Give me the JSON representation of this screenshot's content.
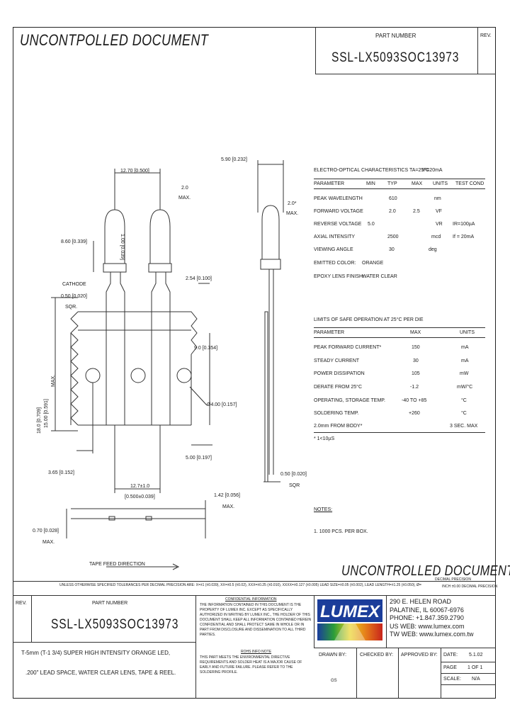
{
  "header": {
    "watermark_top": "UNCONTPOLLED DOCUMENT",
    "part_number_label": "PART NUMBER",
    "part_number": "SSL-LX5093SOC13973",
    "rev_label": "REV."
  },
  "drawing": {
    "dim_width": "5.90 [0.232]",
    "dim_pitch_top": "12.70 [0.500]",
    "dim_lead_gap_top": "2.0",
    "dim_lead_gap_top_max": "MAX.",
    "dim_side_gap": "2.0*",
    "dim_side_gap_max": "MAX.",
    "dim_body_height": "1.00 [0.039]",
    "dim_dome_height": "8.60 [0.339]",
    "cathode": "CATHODE",
    "dim_lead_sq": "0.50 [0.020]",
    "dim_lead_sq_label": "SQR.",
    "dim_lead_spacing": "2.54 [0.100]",
    "dim_tape_height_a": "18.0 [0.709]",
    "dim_tape_height_b": "15.00 [0.591]",
    "dim_tape_height_max": "MAX.",
    "dim_hole_row": "9.0 [0.354]",
    "dim_hole_dia": "Ø4.00 [0.157]",
    "dim_hole_offset": "5.00 [0.197]",
    "dim_left_offset": "3.65 [0.152]",
    "dim_pitch_bottom_a": "12.7±1.0",
    "dim_pitch_bottom_b": "[0.500±0.039]",
    "dim_tape_thick_a": "1.42 [0.056]",
    "dim_tape_thick_b": "MAX.",
    "dim_tape_total_a": "0.70 [0.028]",
    "dim_tape_total_b": "MAX.",
    "dim_side_lead_sq": "0.50 [0.020]",
    "dim_side_lead_sq_label": "SQR",
    "feed_direction": "TAPE FEED DIRECTION"
  },
  "eo_table": {
    "title": "ELECTRO-OPTICAL CHARACTERISTICS TA=25°C",
    "condition": "IF=20mA",
    "headers": [
      "PARAMETER",
      "MIN",
      "TYP",
      "MAX",
      "UNITS",
      "TEST COND"
    ],
    "rows": [
      [
        "PEAK WAVELENGTH",
        "",
        "610",
        "",
        "nm",
        ""
      ],
      [
        "FORWARD VOLTAGE",
        "",
        "2.0",
        "2.5",
        "VF",
        ""
      ],
      [
        "REVERSE VOLTAGE",
        "5.0",
        "",
        "",
        "VR",
        "IR=100µA"
      ],
      [
        "AXIAL INTENSITY",
        "",
        "2500",
        "",
        "mcd",
        "If = 20mA"
      ],
      [
        "VIEWING ANGLE",
        "",
        "30",
        "",
        "deg",
        ""
      ]
    ],
    "emitted_color_label": "EMITTED COLOR:",
    "emitted_color": "ORANGE",
    "lens_finish_label": "EPOXY LENS FINISH:",
    "lens_finish": "WATER CLEAR"
  },
  "limits_table": {
    "title": "LIMITS OF SAFE OPERATION AT 25°C PER DIE",
    "headers": [
      "PARAMETER",
      "MAX",
      "UNITS"
    ],
    "rows": [
      [
        "PEAK FORWARD CURRENT*",
        "150",
        "mA"
      ],
      [
        "STEADY CURRENT",
        "30",
        "mA"
      ],
      [
        "POWER DISSIPATION",
        "105",
        "mW"
      ],
      [
        "DERATE FROM 25°C",
        "-1.2",
        "mW/°C"
      ],
      [
        "OPERATING, STORAGE TEMP.",
        "-40 TO +85",
        "°C"
      ],
      [
        "SOLDERING TEMP.",
        "+260",
        "°C"
      ],
      [
        "2.0mm FROM BODY*",
        "",
        "3 SEC. MAX"
      ]
    ],
    "footnote": "* 1<10µS"
  },
  "notes": {
    "label": "NOTES:",
    "items": [
      "1. 1000 PCS. PER BOX."
    ]
  },
  "watermark_bottom": "UNCONTROLLED DOCUMENT",
  "tolerance_note": "UNLESS OTHERWISE SPECIFIED TOLERANCES PER DECIMAL PRECISION ARE: X=±1 (±0.039), XX=±0.5 (±0.02), XXX=±0.25 (±0.010), XXXX=±0.127 (±0.005) LEAD SIZE=±0.05 (±0.002), LEAD LENGTH=±1.25 (±0.050), Ø=",
  "tolerance_right_a": "DECIMAL PRECISION",
  "tolerance_right_b": "INCH ±0.00 DECIMAL PRECISION",
  "title_block": {
    "rev_label": "REV.",
    "part_number_label": "PART NUMBER",
    "part_number": "SSL-LX5093SOC13973",
    "desc_line1": "T-5mm (T-1 3/4) SUPER HIGH INTENSITY ORANGE LED,",
    "desc_line2": ".200\" LEAD SPACE, WATER CLEAR LENS, TAPE & REEL.",
    "confidential_title": "CONFIDENTIAL INFORMATION",
    "confidential_text": "THE INFORMATION CONTAINED IN THIS DOCUMENT IS THE PROPERTY OF LUMEX INC. EXCEPT AS SPECIFICALLY AUTHORIZED IN WRITING BY LUMEX INC., THE HOLDER OF THIS DOCUMENT SHALL KEEP ALL INFORMATION CONTAINED HEREIN CONFIDENTIAL AND SHALL PROTECT SAME IN WHOLE OR IN PART FROM DISCLOSURE AND DISSEMINATION TO ALL THIRD PARTIES.",
    "rohs_title": "ROHS INFO NOTE",
    "rohs_text": "THIS PART MEETS THE ENVIRONMENTAL DIRECTIVE REQUIREMENTS AND SOLDER HEAT IS A MAJOR CAUSE OF EARLY AND FUTURE FAILURE. PLEASE REFER TO THE SOLDERING PROFILE.",
    "logo_text": "LUMEX",
    "address": [
      "290 E. HELEN ROAD",
      "PALATINE, IL 60067-6976",
      "PHONE: +1.847.359.2790",
      "US WEB: www.lumex.com",
      "TW WEB: www.lumex.com.tw"
    ],
    "drawn_by_label": "DRAWN BY:",
    "drawn_by": "GS",
    "checked_by_label": "CHECKED BY:",
    "approved_by_label": "APPROVED BY:",
    "date_label": "DATE:",
    "date": "5.1.02",
    "page_label": "PAGE",
    "page": "1 OF 1",
    "scale_label": "SCALE:",
    "scale": "N/A"
  }
}
